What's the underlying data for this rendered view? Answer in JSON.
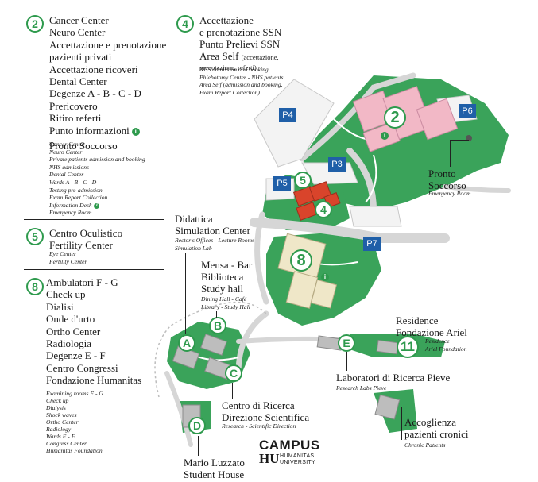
{
  "block2": {
    "number": "2",
    "items": [
      "Cancer Center",
      "Neuro Center",
      "Accettazione e prenotazione",
      "pazienti privati",
      "Accettazione ricoveri",
      "Dental Center",
      "Degenze A - B - C - D",
      "Prericovero",
      "Ritiro referti",
      "Punto informazioni",
      "Pronto Soccorso"
    ],
    "info_icon": "info-icon",
    "english": [
      "Cancer Center",
      "Neuro Center",
      "Private patients admission and booking",
      "NHS admissions",
      "Dental Center",
      "Wards A - B - C - D",
      "Testing pre-admission",
      "Exam Report Collection",
      "Information Desk",
      "Emergency Room"
    ]
  },
  "block4": {
    "number": "4",
    "line1": "Accettazione",
    "line2": "e prenotazione SSN",
    "line3": "Punto Prelievi SSN",
    "area_self": "Area Self",
    "area_self_note1": "(accettazione,",
    "area_self_note2": "prenotazione, referti)",
    "english": [
      "NHS admission and booking",
      "Phlebotomy Center - NHS patients",
      "Area Self (admission and booking,",
      "Exam Report Collection)"
    ]
  },
  "block5": {
    "number": "5",
    "items": [
      "Centro Oculistico",
      "Fertility Center"
    ],
    "english": [
      "Eye Center",
      "Fertility Center"
    ]
  },
  "block8": {
    "number": "8",
    "items": [
      "Ambulatori F - G",
      "Check up",
      "Dialisi",
      "Onde d'urto",
      "Ortho Center",
      "Radiologia",
      "Degenze E - F",
      "Centro Congressi",
      "Fondazione Humanitas"
    ],
    "english": [
      "Examining rooms F - G",
      "Check up",
      "Dialysis",
      "Shock waves",
      "Ortho Center",
      "Radiology",
      "Wards E - F",
      "Congress Center",
      "Humanitas Foundation"
    ]
  },
  "labels": {
    "didattica1": "Didattica",
    "didattica2": "Simulation Center",
    "didattica_en1": "Rector's Offices - Lecture Rooms",
    "didattica_en2": "Simulation Lab",
    "mensa1": "Mensa - Bar",
    "mensa2": "Biblioteca",
    "mensa3": "Study hall",
    "mensa_en1": "Dining Hall - Café",
    "mensa_en2": "Library - Study Hall",
    "ricerca1": "Centro di Ricerca",
    "ricerca2": "Direzione Scientifica",
    "ricerca_en": "Research - Scientific Direction",
    "luzzato1": "Mario Luzzato",
    "luzzato2": "Student House",
    "pronto1": "Pronto",
    "pronto2": "Soccorso",
    "pronto_en": "Emergency Room",
    "residence1": "Residence",
    "residence2": "Fondazione Ariel",
    "residence_en1": "Residence",
    "residence_en2": "Ariel Foundation",
    "pieve": "Laboratori di Ricerca Pieve",
    "pieve_en": "Research Labs Pieve",
    "cronici1": "Accoglienza",
    "cronici2": "pazienti cronici",
    "cronici_en": "Chronic Patients"
  },
  "parking": [
    "P4",
    "P3",
    "P5",
    "P6",
    "P7"
  ],
  "map_markers": [
    "2",
    "5",
    "4",
    "8",
    "11",
    "A",
    "B",
    "C",
    "D",
    "E"
  ],
  "logo": {
    "campus": "CAMPUS",
    "hu": "HU",
    "line1": "HUMANITAS",
    "line2": "UNIVERSITY"
  },
  "colors": {
    "green": "#2e9a4d",
    "grass": "#3aa35a",
    "road": "#d9d9d9",
    "pink": "#f2b8c6",
    "cream": "#efe7c8",
    "red": "#d9442b",
    "parking": "#1f5fa8"
  }
}
